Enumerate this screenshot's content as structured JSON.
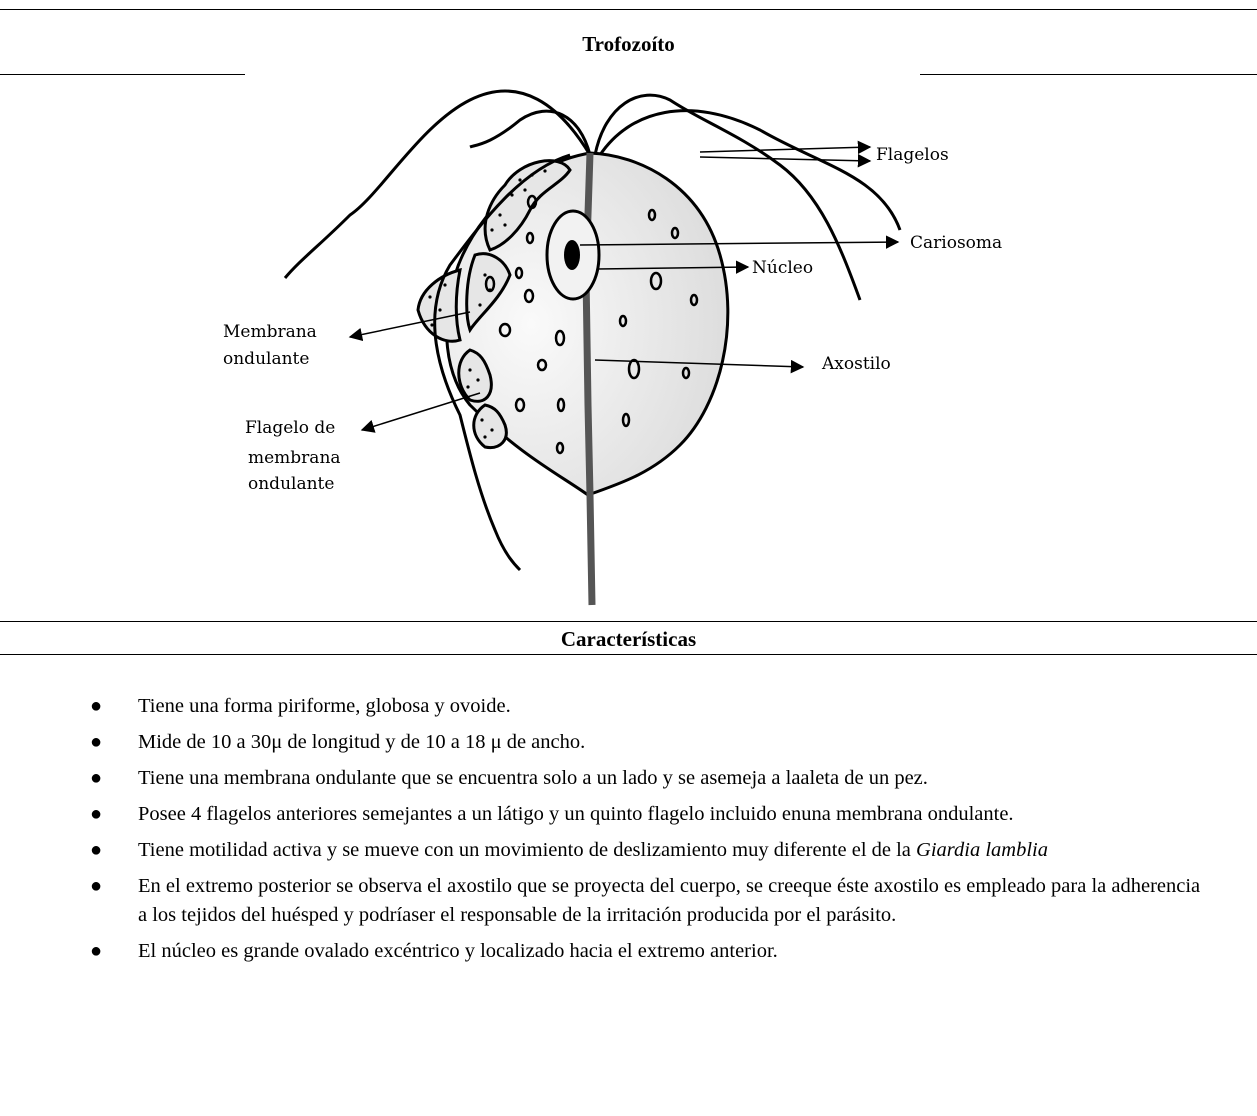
{
  "header": {
    "title": "Trofozoíto"
  },
  "figure": {
    "labels": {
      "flagelos": "Flagelos",
      "cariosoma": "Cariosoma",
      "nucleo": "Núcleo",
      "membrana_1": "Membrana",
      "membrana_2": "ondulante",
      "axostilo": "Axostilo",
      "flagelo_1": "Flagelo de",
      "flagelo_2": "membrana",
      "flagelo_3": "ondulante"
    }
  },
  "section": {
    "title": "Características"
  },
  "bullets": [
    {
      "text": "Tiene una forma piriforme, globosa y ovoide."
    },
    {
      "text": "Mide de 10 a 30μ de longitud y de 10 a 18 μ de ancho."
    },
    {
      "text": "Tiene una membrana ondulante que se encuentra solo a un lado  y se asemeja a laaleta de un pez."
    },
    {
      "text": "Posee 4 flagelos anteriores semejantes a un látigo y un quinto flagelo incluido enuna membrana ondulante."
    },
    {
      "text": "Tiene motilidad activa y se mueve con un movimiento de deslizamiento muy diferente el de la ",
      "italic": "Giardia lamblia"
    },
    {
      "text": "En el extremo posterior se observa el axostilo que se proyecta del cuerpo, se creeque éste axostilo es empleado para la adherencia a los tejidos del huésped y podríaser el responsable de la irritación producida por el parásito."
    },
    {
      "text": "El núcleo es grande ovalado excéntrico y localizado hacia el extremo anterior."
    }
  ]
}
